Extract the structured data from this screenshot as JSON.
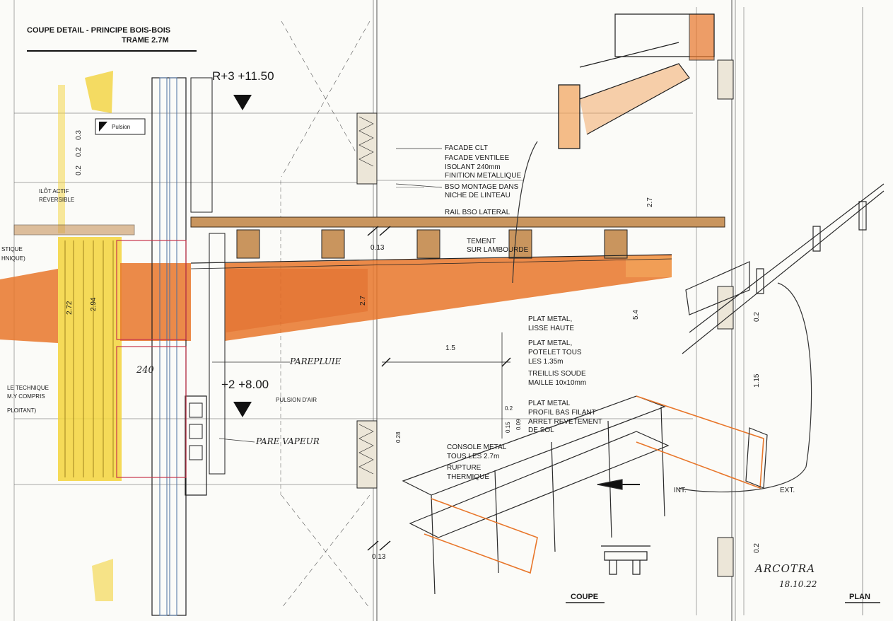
{
  "header": {
    "title_line1": "COUPE DETAIL - PRINCIPE BOIS-BOIS",
    "title_line2": "TRAME 2.7M"
  },
  "levels": {
    "upper": "R+3 +11.50",
    "lower": "+2 +8.00"
  },
  "annotations": {
    "pulsion": "Pulsion",
    "ilot_1": "ILÔT ACTIF",
    "ilot_2": "RÉVERSIBLE",
    "acoustique_1": "STIQUE",
    "acoustique_2": "HNIQUE)",
    "technique_1": "LE TECHNIQUE",
    "technique_2": "M.Y COMPRIS",
    "exploitant": "PLOITANT)",
    "facade_1": "FACADE CLT",
    "facade_2": "FACADE VENTILEE",
    "facade_3": "ISOLANT 240mm",
    "facade_4": "FINITION METALLIQUE",
    "bso_1": "BSO MONTAGE DANS",
    "bso_2": "NICHE DE LINTEAU",
    "rail": "RAIL BSO LATERAL",
    "parement_1": "TEMENT",
    "parement_2": "SUR LAMBOURDE",
    "plat1_1": "PLAT METAL,",
    "plat1_2": "LISSE HAUTE",
    "plat2_1": "PLAT METAL,",
    "plat2_2": "POTELET TOUS",
    "plat2_3": "LES 1.35m",
    "treillis_1": "TREILLIS SOUDE",
    "treillis_2": "MAILLE 10x10mm",
    "plat3_1": "PLAT METAL",
    "plat3_2": "PROFIL BAS FILANT",
    "plat3_3": "ARRET REVETEMENT",
    "plat3_4": "DE SOL",
    "console_1": "CONSOLE METAL",
    "console_2": "TOUS LES 2.7m",
    "console_3": "RUPTURE",
    "console_4": "THERMIQUE",
    "pulsion_air": "PULSION D'AIR",
    "int": "INT.",
    "ext": "EXT.",
    "pare_pluie": "PAREPLUIE",
    "pare_vapeur": "PARE VAPEUR",
    "dim_240": "240"
  },
  "dimensions": {
    "d_03": "0.3",
    "d_02a": "0.2",
    "d_02b": "0.2",
    "d_013a": "0.13",
    "d_013b": "0.13",
    "d_27a": "2.7",
    "d_27b": "2.7",
    "d_294": "2.94",
    "d_272": "2.72",
    "d_54": "5.4",
    "d_15": "1.5",
    "d_115": "1.15",
    "d_02c": "0.2",
    "d_02d": "0.2",
    "d_02e": "0.2",
    "d_015": "0.15",
    "d_009": "0.09",
    "d_028": "0.28"
  },
  "views": {
    "coupe": "COUPE",
    "plan": "PLAN"
  },
  "signature": {
    "name": "ARCOTRA",
    "date": "18.10.22"
  },
  "palette": {
    "orange": "#e8762a",
    "orange_light": "#f2a25a",
    "yellow": "#f3d33c",
    "tan": "#c9955e",
    "ink": "#1f1f1f",
    "blue": "#4a6fa0"
  }
}
